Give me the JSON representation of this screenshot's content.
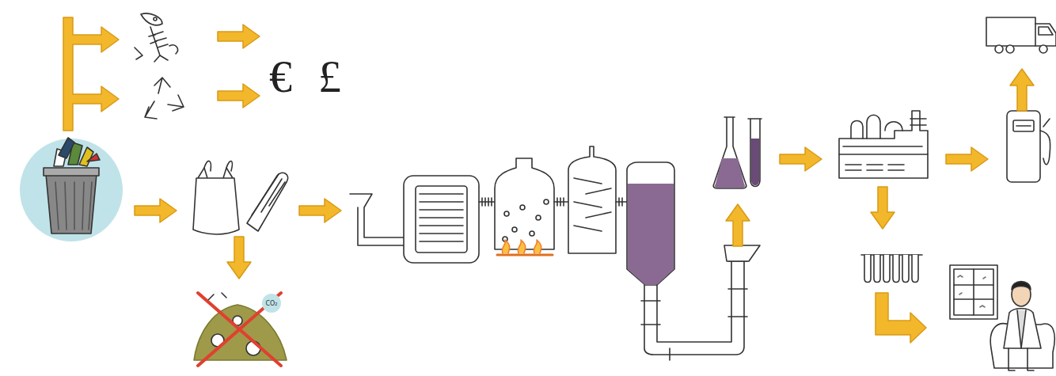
{
  "diagram": {
    "nodes": [
      {
        "text": [
          "CO₂"
        ]
      }
    ],
    "labels": [
      "€",
      "£"
    ]
  }
}
